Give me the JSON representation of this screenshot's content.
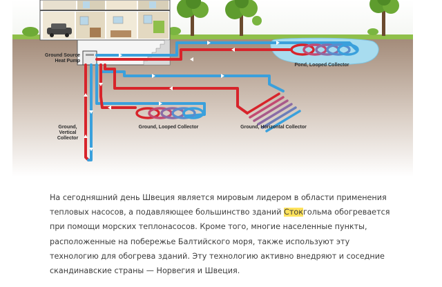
{
  "diagram": {
    "labels": {
      "heat_pump": [
        "Ground Source",
        "Heat Pump"
      ],
      "pond": "Pond, Looped Collector",
      "looped": "Ground, Looped Collector",
      "horizontal": "Ground, Horizontal Collector",
      "vertical": [
        "Ground,",
        "Vertical",
        "Collector"
      ]
    },
    "colors": {
      "hot_pipe": "#d7242b",
      "cold_pipe": "#3aa0dc",
      "soil_top": "#a18a79",
      "soil_bottom": "#ffffff",
      "grass": "#8fbf4a",
      "pond": "#a8dcef",
      "tree_foliage": "#5e9c2e"
    }
  },
  "article": {
    "line1": "На сегодняшний день Швеция является мировым лидером в области применения",
    "line2_before": "тепловых насосов, а подавляющее большинство зданий ",
    "line2_highlight": "Сток",
    "line2_after": "гольма обогревается",
    "line3": "при помощи морских теплонасосов. Кроме того, многие населенные пункты,",
    "line4": "расположенные на побережье Балтийского моря, также используют эту",
    "line5": "технологию для обогрева зданий. Эту технологию активно внедряют и соседние",
    "line6": "скандинавские страны — Норвегия и Швеция."
  }
}
